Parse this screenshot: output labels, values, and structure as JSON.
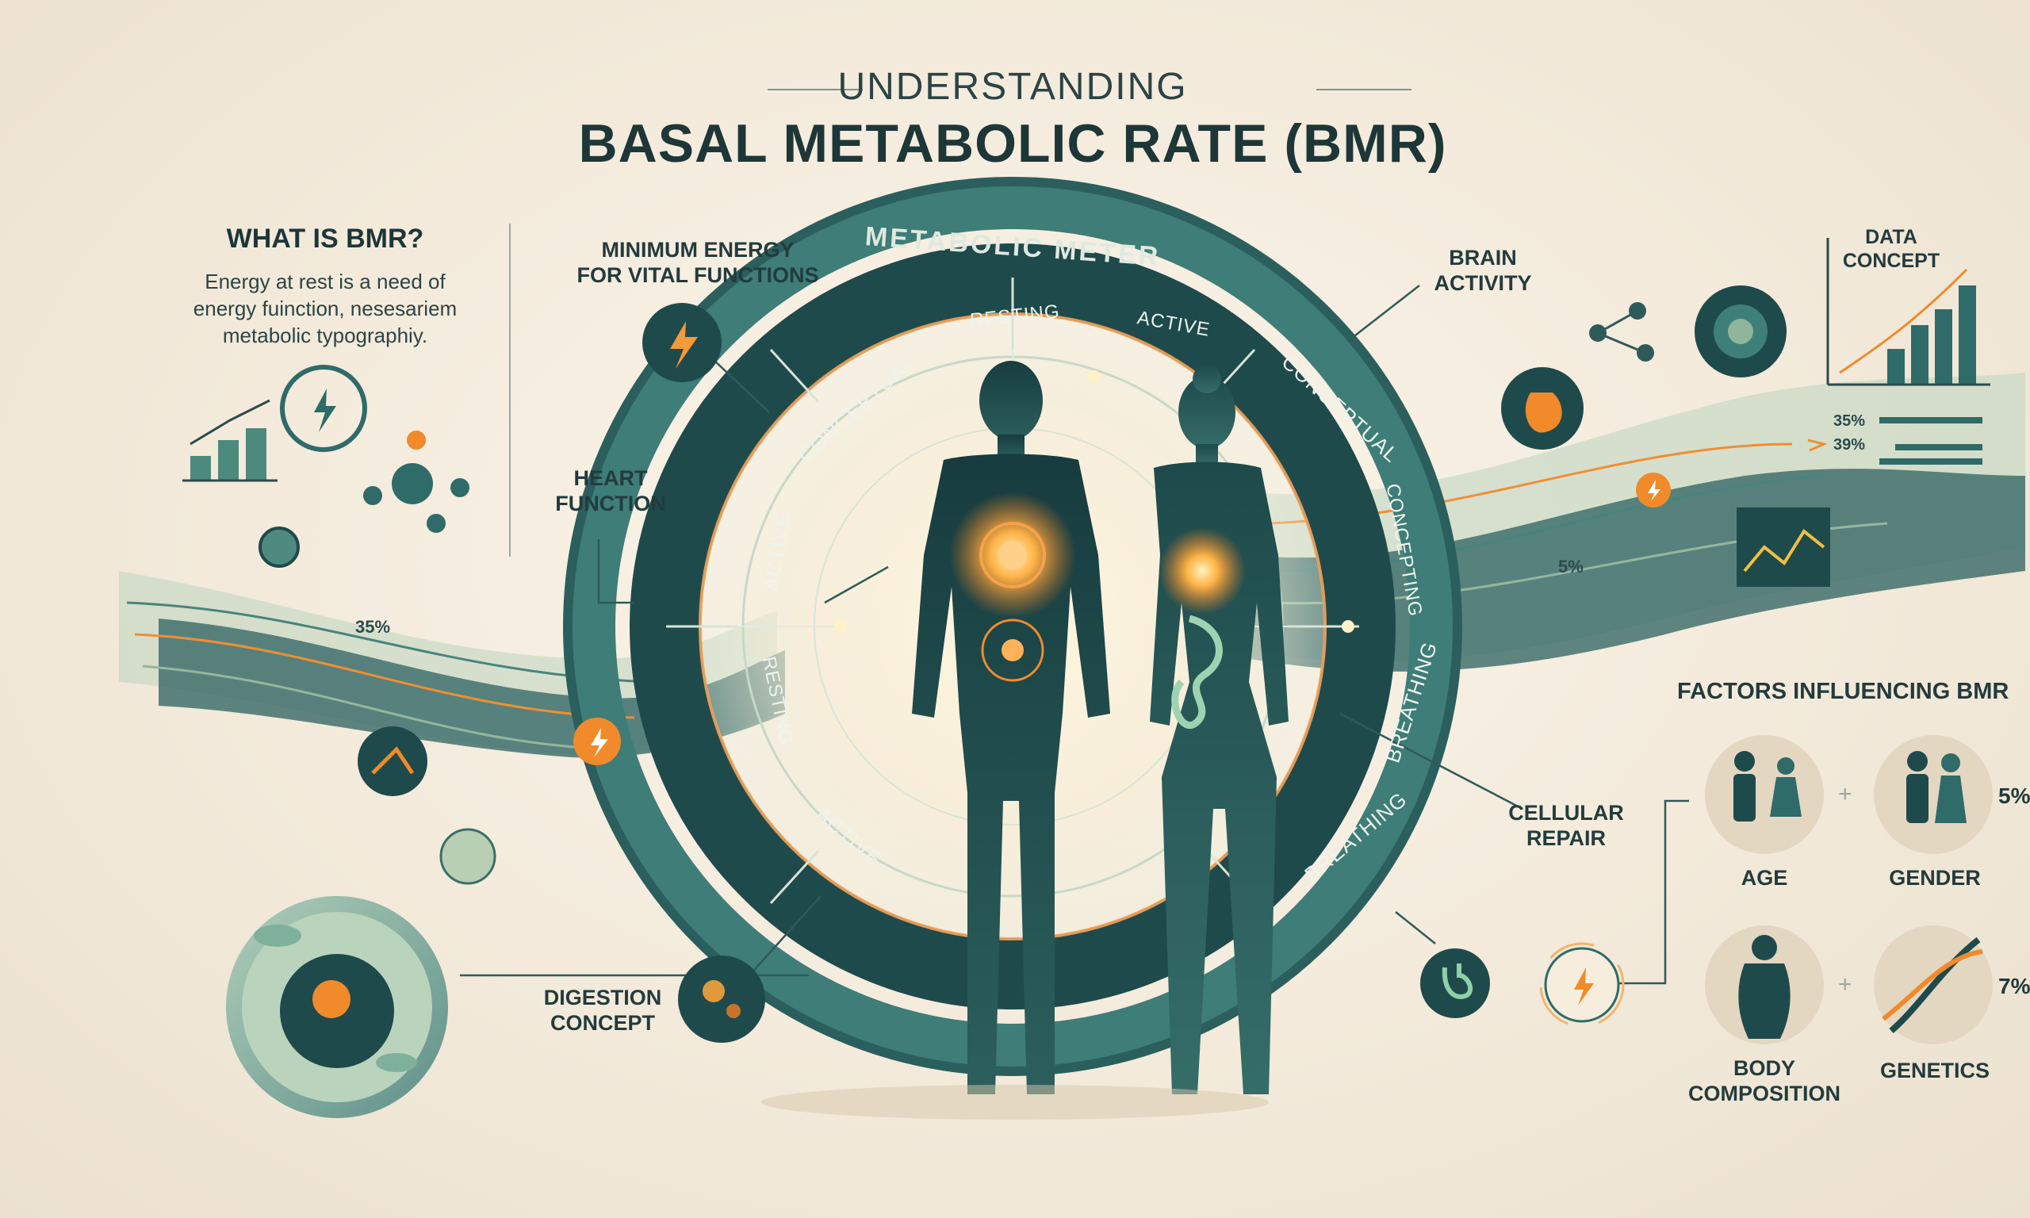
{
  "header": {
    "kicker": "UNDERSTANDING",
    "title": "BASAL METABOLIC RATE (BMR)"
  },
  "what_is": {
    "heading": "WHAT IS BMR?",
    "lines": [
      "Energy at rest is a need of",
      "energy fuinction, nesesariem",
      "metabolic typographiy."
    ]
  },
  "callouts": {
    "minimum_energy": [
      "MINIMUM ENERGY",
      "FOR VITAL FUNCTIONS"
    ],
    "heart_function": [
      "HEART",
      "FUNCTION"
    ],
    "brain_activity": [
      "BRAIN",
      "ACTIVITY"
    ],
    "data_concept": [
      "DATA",
      "CONCEPT"
    ],
    "cellular_repair": [
      "CELLULAR",
      "REPAIR"
    ],
    "digestion_concept": [
      "DIGESTION",
      "CONCEPT"
    ]
  },
  "meter": {
    "title": "METABOLIC METER",
    "segments": [
      "RESTING",
      "ACTIVE",
      "CONCEPTUAL",
      "CONCEPTING",
      "BREATHING",
      "BREATHING",
      "ACTIVE",
      "RESTING",
      "ACTIVE",
      "CONCEPTUAL"
    ]
  },
  "percent_labels": {
    "left_wave": "35%",
    "right_wave": "5%",
    "bars_a": "35%",
    "bars_b": "39%"
  },
  "factors": {
    "heading": "FACTORS INFLUENCING BMR",
    "items": [
      {
        "label": "AGE",
        "icon": "age-people-icon"
      },
      {
        "label": "GENDER",
        "icon": "gender-people-icon"
      },
      {
        "label": "BODY COMPOSITION",
        "icon": "body-silhouette-icon"
      },
      {
        "label": "GENETICS",
        "icon": "dna-icon"
      }
    ],
    "percent_gender": "5%",
    "percent_genetics": "7%",
    "plus": "+"
  },
  "colors": {
    "teal_dark": "#1f4a4c",
    "teal": "#2f6b68",
    "sage": "#8fb59a",
    "orange": "#f08a2a",
    "cream": "#f3eadb"
  }
}
